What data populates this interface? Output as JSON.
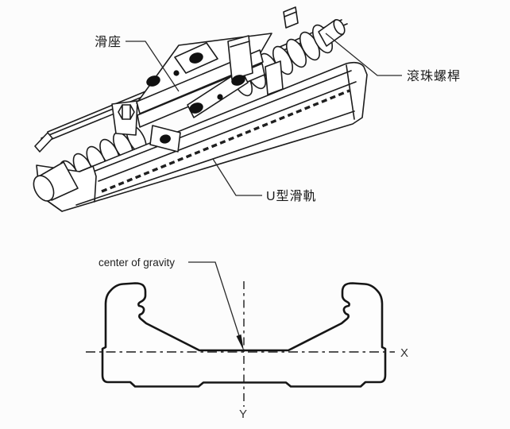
{
  "colors": {
    "ink": "#1c1c1c",
    "background": "#fcfcfc",
    "hole_fill": "#111111"
  },
  "isometric_view": {
    "labels": {
      "slider_block": "滑座",
      "ball_screw": "滾珠螺桿",
      "u_rail": "U型滑軌"
    }
  },
  "cross_section_view": {
    "labels": {
      "center_of_gravity": "center of gravity",
      "x_axis": "X",
      "y_axis": "Y"
    }
  }
}
